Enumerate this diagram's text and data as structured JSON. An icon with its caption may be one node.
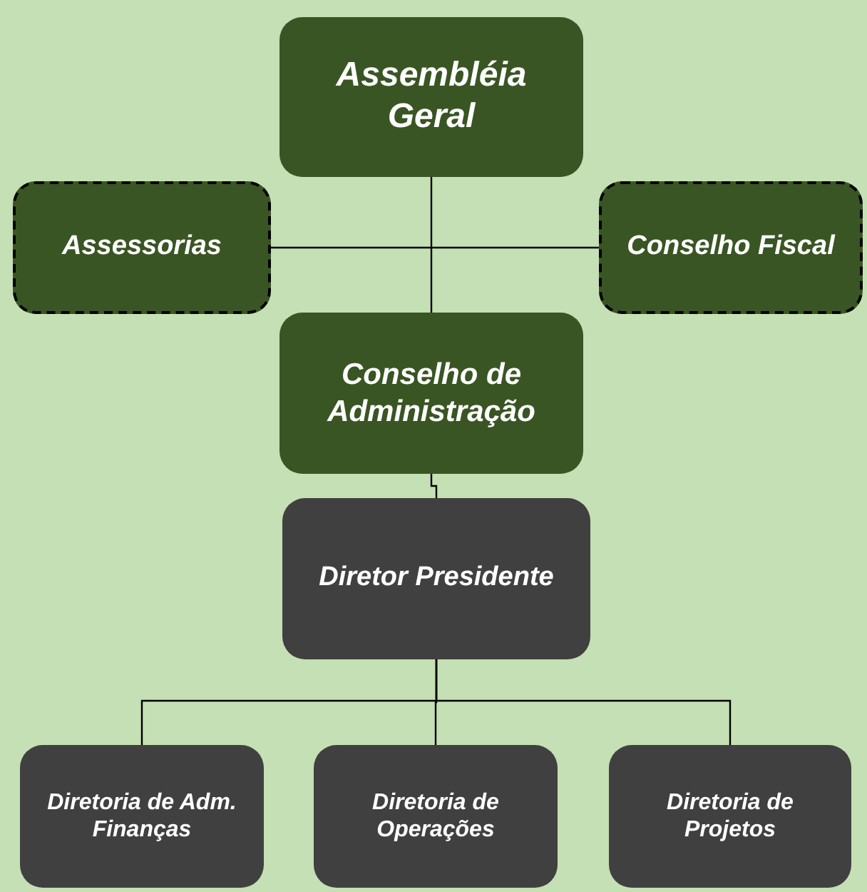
{
  "diagram": {
    "nodes": [
      {
        "text": [
          "Assembléia Geral"
        ]
      },
      {
        "text": [
          "Assessorias"
        ]
      },
      {
        "text": [
          "Conselho Fiscal"
        ]
      },
      {
        "text": [
          "Conselho de Administração"
        ]
      },
      {
        "text": [
          "Diretor Presidente"
        ]
      },
      {
        "text": [
          "Diretoria de Adm. Finanças"
        ]
      },
      {
        "text": [
          "Diretoria de Operações"
        ]
      },
      {
        "text": [
          "Diretoria de Projetos"
        ]
      }
    ],
    "edges": [
      {
        "from": 0,
        "to": 3,
        "arrow": "none"
      },
      {
        "from": 1,
        "to": 2,
        "arrow": "none"
      },
      {
        "from": 3,
        "to": 4,
        "arrow": "none"
      },
      {
        "from": 4,
        "to": 5,
        "arrow": "none"
      },
      {
        "from": 4,
        "to": 6,
        "arrow": "none"
      },
      {
        "from": 4,
        "to": 7,
        "arrow": "none"
      }
    ]
  }
}
